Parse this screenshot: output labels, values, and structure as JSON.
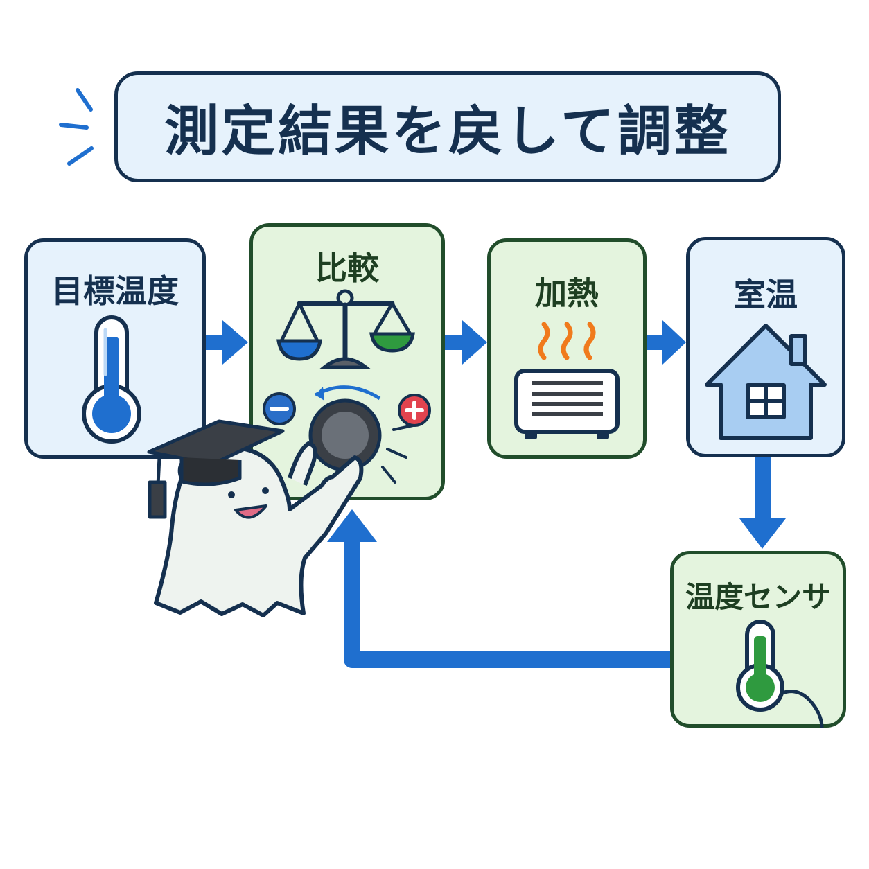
{
  "title": "測定結果を戻して調整",
  "nodes": {
    "target": "目標温度",
    "compare": "比較",
    "heater": "加熱",
    "room": "室温",
    "sensor": "温度センサ"
  },
  "colors": {
    "arrow": "#1f6fcf",
    "outline": "#15304f",
    "blue_fill": "#e6f2fc",
    "green_fill": "#e4f4de",
    "heat": "#f07a1c",
    "minus": "#2a6ec8",
    "plus": "#e2434f"
  },
  "icons": [
    "thermometer-icon",
    "balance-scale-icon",
    "dial-icon",
    "minus-icon",
    "plus-icon",
    "heat-waves-icon",
    "heater-icon",
    "house-icon",
    "sensor-thermometer-icon",
    "mascot-ghost-icon",
    "graduation-cap-icon"
  ]
}
